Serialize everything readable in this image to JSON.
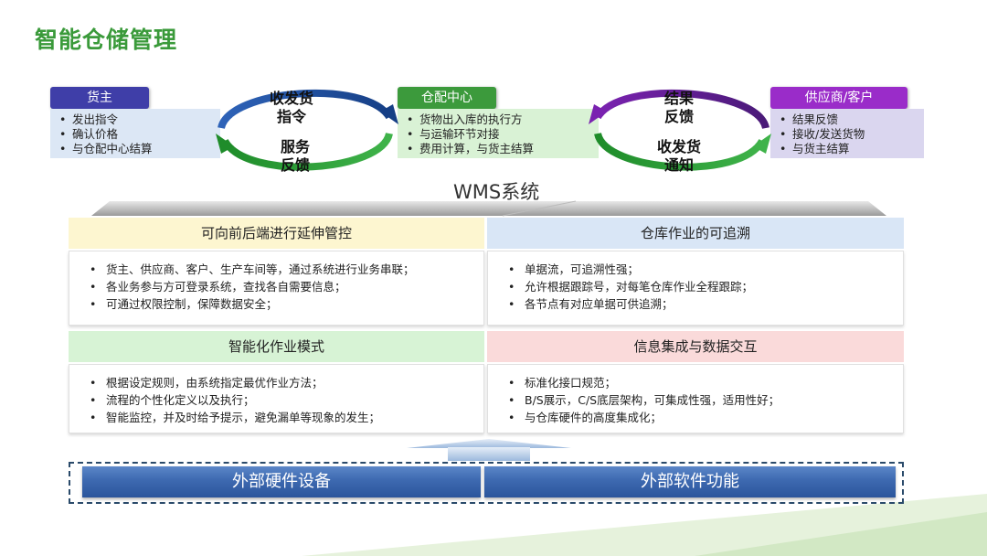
{
  "title": "智能仓储管理",
  "roles": {
    "owner": {
      "name": "货主",
      "color": "#3f3ea8",
      "items": [
        "发出指令",
        "确认价格",
        "与仓配中心结算"
      ]
    },
    "center": {
      "name": "仓配中心",
      "color": "#3c9a3c",
      "items": [
        "货物出入库的执行方",
        "与运输环节对接",
        "费用计算，与货主结算"
      ]
    },
    "supplier": {
      "name": "供应商/客户",
      "color": "#9a2cc9",
      "items": [
        "结果反馈",
        "接收/发送货物",
        "与货主结算"
      ]
    }
  },
  "flows": {
    "left_top": "收发货\n指令",
    "left_bottom": "服务\n反馈",
    "right_top": "结果\n反馈",
    "right_bottom": "收发货\n通知"
  },
  "wms_label": "WMS系统",
  "panels": [
    {
      "header": "可向前后端进行延伸管控",
      "header_color": "#fdf6d0",
      "items": [
        "货主、供应商、客户、生产车间等，通过系统进行业务串联；",
        "各业务参与方可登录系统，查找各自需要信息；",
        "可通过权限控制，保障数据安全；"
      ]
    },
    {
      "header": "仓库作业的可追溯",
      "header_color": "#d9e6f6",
      "items": [
        "单据流，可追溯性强；",
        "允许根据跟踪号，对每笔仓库作业全程跟踪；",
        "各节点有对应单据可供追溯；"
      ]
    },
    {
      "header": "智能化作业模式",
      "header_color": "#d7f3d5",
      "items": [
        "根据设定规则，由系统指定最优作业方法；",
        "流程的个性化定义以及执行；",
        "智能监控，并及时给予提示，避免漏单等现象的发生；"
      ]
    },
    {
      "header": "信息集成与数据交互",
      "header_color": "#fadada",
      "items": [
        "标准化接口规范；",
        "B/S展示，C/S底层架构，可集成性强，适用性好；",
        "与仓库硬件的高度集成化；"
      ]
    }
  ],
  "bottom": {
    "hardware": "外部硬件设备",
    "software": "外部软件功能"
  }
}
